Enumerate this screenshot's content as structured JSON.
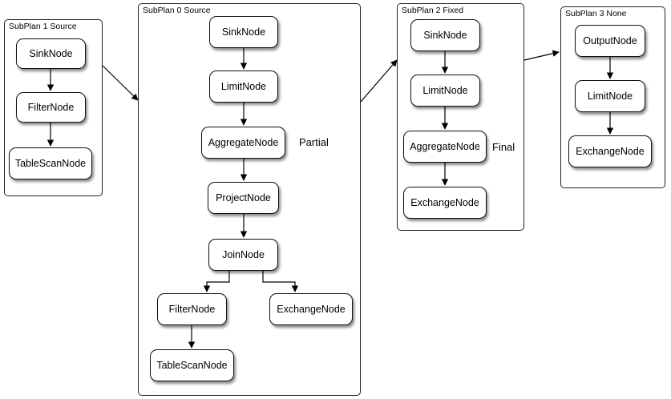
{
  "subplans": {
    "p1": {
      "title": "SubPlan 1 Source",
      "nodes": {
        "sink": "SinkNode",
        "filter": "FilterNode",
        "tablescan": "TableScanNode"
      }
    },
    "p0": {
      "title": "SubPlan 0 Source",
      "nodes": {
        "sink": "SinkNode",
        "limit": "LimitNode",
        "aggregate": "AggregateNode",
        "project": "ProjectNode",
        "join": "JoinNode",
        "filter": "FilterNode",
        "exchange": "ExchangeNode",
        "tablescan": "TableScanNode"
      },
      "aggregate_note": "Partial"
    },
    "p2": {
      "title": "SubPlan 2 Fixed",
      "nodes": {
        "sink": "SinkNode",
        "limit": "LimitNode",
        "aggregate": "AggregateNode",
        "exchange": "ExchangeNode"
      },
      "aggregate_note": "Final"
    },
    "p3": {
      "title": "SubPlan 3 None",
      "nodes": {
        "output": "OutputNode",
        "limit": "LimitNode",
        "exchange": "ExchangeNode"
      }
    }
  }
}
